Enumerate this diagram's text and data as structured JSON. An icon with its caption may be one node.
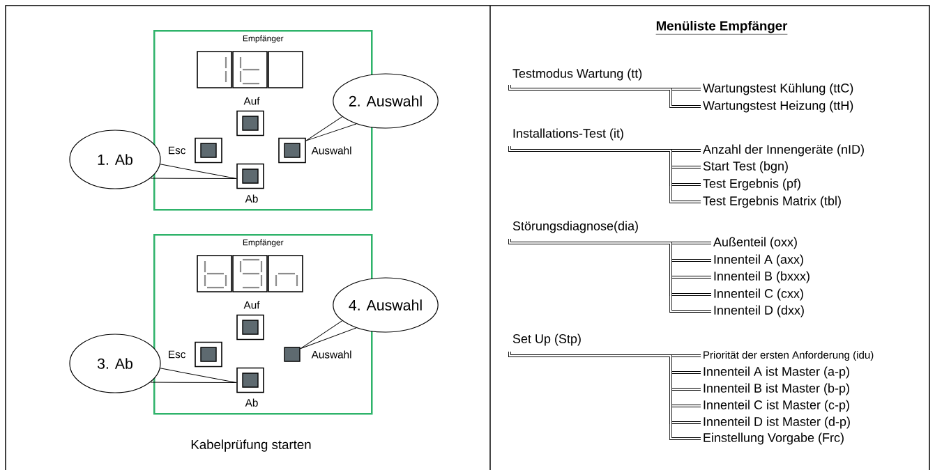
{
  "diagram": {
    "title": "Menüliste Empfänger",
    "nodes": [
      {
        "text": [
          "Empfänger"
        ]
      },
      {
        "text": [],
        "shape": "box",
        "beside": [
          "Auf"
        ],
        "in": 0
      },
      {
        "text": [],
        "shape": "box",
        "beside": [
          "Esc"
        ],
        "in": 0
      },
      {
        "text": [],
        "shape": "box",
        "beside": [
          "Auswahl"
        ],
        "in": 0
      },
      {
        "text": [],
        "shape": "box",
        "beside": [
          "Ab"
        ],
        "in": 0
      },
      {
        "text": [
          "2. Auswahl"
        ]
      },
      {
        "text": [
          "1. Ab"
        ]
      },
      {
        "text": [
          "Empfänger"
        ]
      },
      {
        "text": [],
        "shape": "box",
        "beside": [
          "Auf"
        ],
        "in": 7
      },
      {
        "text": [],
        "shape": "box",
        "beside": [
          "Esc"
        ],
        "in": 7
      },
      {
        "text": [],
        "shape": "box",
        "beside": [
          "Auswahl"
        ],
        "in": 7
      },
      {
        "text": [],
        "shape": "box",
        "beside": [
          "Ab"
        ],
        "in": 7
      },
      {
        "text": [
          "4. Auswahl"
        ]
      },
      {
        "text": [
          "3. Ab"
        ]
      },
      {
        "text": [
          "Testmodus Wartung (tt)"
        ]
      },
      {
        "text": [
          "Wartungstest Kühlung (ttC)"
        ]
      },
      {
        "text": [
          "Wartungstest Heizung (ttH)"
        ]
      },
      {
        "text": [
          "Installations-Test (it)"
        ]
      },
      {
        "text": [
          "Anzahl der Innengeräte (nID)"
        ]
      },
      {
        "text": [
          "Start Test (bgn)"
        ]
      },
      {
        "text": [
          "Test Ergebnis (pf)"
        ]
      },
      {
        "text": [
          "Test Ergebnis Matrix (tbl)"
        ]
      },
      {
        "text": [
          "Störungsdiagnose(dia)"
        ]
      },
      {
        "text": [
          "Außenteil (oxx)"
        ]
      },
      {
        "text": [
          "Innenteil A (axx)"
        ]
      },
      {
        "text": [
          "Innenteil B (bxxx)"
        ]
      },
      {
        "text": [
          "Innenteil C (cxx)"
        ]
      },
      {
        "text": [
          "Innenteil D (dxx)"
        ]
      },
      {
        "text": [
          "Set Up (Stp)"
        ]
      },
      {
        "text": [
          "Priorität der ersten Anforderung (idu)"
        ]
      },
      {
        "text": [
          "Innenteil A ist Master (a-p)"
        ]
      },
      {
        "text": [
          "Innenteil B ist Master (b-p)"
        ]
      },
      {
        "text": [
          "Innenteil C ist Master (c-p)"
        ]
      },
      {
        "text": [
          "Innenteil D ist Master (d-p)"
        ]
      },
      {
        "text": [
          "Einstellung Vorgabe (Frc)"
        ]
      }
    ],
    "edges": [
      {
        "from": 5,
        "to": 3,
        "arrow": "none"
      },
      {
        "from": 6,
        "to": 4,
        "arrow": "none"
      },
      {
        "from": 12,
        "to": 10,
        "arrow": "none"
      },
      {
        "from": 13,
        "to": 11,
        "arrow": "none"
      },
      {
        "from": 14,
        "to": 15,
        "arrow": "none"
      },
      {
        "from": 14,
        "to": 16,
        "arrow": "none"
      },
      {
        "from": 17,
        "to": 18,
        "arrow": "none"
      },
      {
        "from": 17,
        "to": 19,
        "arrow": "none"
      },
      {
        "from": 17,
        "to": 20,
        "arrow": "none"
      },
      {
        "from": 17,
        "to": 21,
        "arrow": "none"
      },
      {
        "from": 22,
        "to": 23,
        "arrow": "none"
      },
      {
        "from": 22,
        "to": 24,
        "arrow": "none"
      },
      {
        "from": 22,
        "to": 25,
        "arrow": "none"
      },
      {
        "from": 22,
        "to": 26,
        "arrow": "none"
      },
      {
        "from": 22,
        "to": 27,
        "arrow": "none"
      },
      {
        "from": 28,
        "to": 29,
        "arrow": "none"
      },
      {
        "from": 28,
        "to": 30,
        "arrow": "none"
      },
      {
        "from": 28,
        "to": 31,
        "arrow": "none"
      },
      {
        "from": 28,
        "to": 32,
        "arrow": "none"
      },
      {
        "from": 28,
        "to": 33,
        "arrow": "none"
      },
      {
        "from": 28,
        "to": 34,
        "arrow": "none"
      }
    ],
    "labels": [
      "Kabelprüfung starten"
    ]
  }
}
